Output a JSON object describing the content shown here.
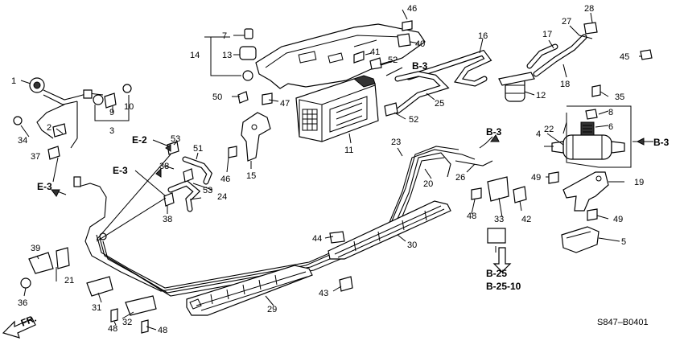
{
  "parts": [
    {
      "id": "p1",
      "label": "1"
    },
    {
      "id": "p2",
      "label": "2"
    },
    {
      "id": "p3",
      "label": "3"
    },
    {
      "id": "p4",
      "label": "4"
    },
    {
      "id": "p5",
      "label": "5"
    },
    {
      "id": "p6",
      "label": "6"
    },
    {
      "id": "p7",
      "label": "7"
    },
    {
      "id": "p8",
      "label": "8"
    },
    {
      "id": "p9",
      "label": "9"
    },
    {
      "id": "p10",
      "label": "10"
    },
    {
      "id": "p11",
      "label": "11"
    },
    {
      "id": "p12",
      "label": "12"
    },
    {
      "id": "p13",
      "label": "13"
    },
    {
      "id": "p14",
      "label": "14"
    },
    {
      "id": "p15",
      "label": "15"
    },
    {
      "id": "p16",
      "label": "16"
    },
    {
      "id": "p17",
      "label": "17"
    },
    {
      "id": "p18",
      "label": "18"
    },
    {
      "id": "p19",
      "label": "19"
    },
    {
      "id": "p20",
      "label": "20"
    },
    {
      "id": "p21",
      "label": "21"
    },
    {
      "id": "p22",
      "label": "22"
    },
    {
      "id": "p23",
      "label": "23"
    },
    {
      "id": "p24",
      "label": "24"
    },
    {
      "id": "p25",
      "label": "25"
    },
    {
      "id": "p26",
      "label": "26"
    },
    {
      "id": "p27",
      "label": "27"
    },
    {
      "id": "p28",
      "label": "28"
    },
    {
      "id": "p29",
      "label": "29"
    },
    {
      "id": "p30",
      "label": "30"
    },
    {
      "id": "p31",
      "label": "31"
    },
    {
      "id": "p32",
      "label": "32"
    },
    {
      "id": "p33",
      "label": "33"
    },
    {
      "id": "p34",
      "label": "34"
    },
    {
      "id": "p35",
      "label": "35"
    },
    {
      "id": "p36",
      "label": "36"
    },
    {
      "id": "p37",
      "label": "37"
    },
    {
      "id": "p38a",
      "label": "38"
    },
    {
      "id": "p38b",
      "label": "38"
    },
    {
      "id": "p39",
      "label": "39"
    },
    {
      "id": "p40",
      "label": "40"
    },
    {
      "id": "p41",
      "label": "41"
    },
    {
      "id": "p42",
      "label": "42"
    },
    {
      "id": "p43",
      "label": "43"
    },
    {
      "id": "p44",
      "label": "44"
    },
    {
      "id": "p45",
      "label": "45"
    },
    {
      "id": "p46a",
      "label": "46"
    },
    {
      "id": "p46b",
      "label": "46"
    },
    {
      "id": "p47",
      "label": "47"
    },
    {
      "id": "p48a",
      "label": "48"
    },
    {
      "id": "p48b",
      "label": "48"
    },
    {
      "id": "p48c",
      "label": "48"
    },
    {
      "id": "p49a",
      "label": "49"
    },
    {
      "id": "p49b",
      "label": "49"
    },
    {
      "id": "p50",
      "label": "50"
    },
    {
      "id": "p51",
      "label": "51"
    },
    {
      "id": "p52a",
      "label": "52"
    },
    {
      "id": "p52b",
      "label": "52"
    },
    {
      "id": "p53a",
      "label": "53"
    },
    {
      "id": "p53b",
      "label": "53"
    }
  ],
  "references": [
    {
      "id": "b3a",
      "label": "B-3"
    },
    {
      "id": "b3b",
      "label": "B-3"
    },
    {
      "id": "b3c",
      "label": "B-3"
    },
    {
      "id": "e2",
      "label": "E-2"
    },
    {
      "id": "e3a",
      "label": "E-3"
    },
    {
      "id": "e3b",
      "label": "E-3"
    },
    {
      "id": "b25",
      "label": "B-25"
    },
    {
      "id": "b2510",
      "label": "B-25-10"
    }
  ],
  "front_label": "FR.",
  "diagram_code": "S847–B0401"
}
